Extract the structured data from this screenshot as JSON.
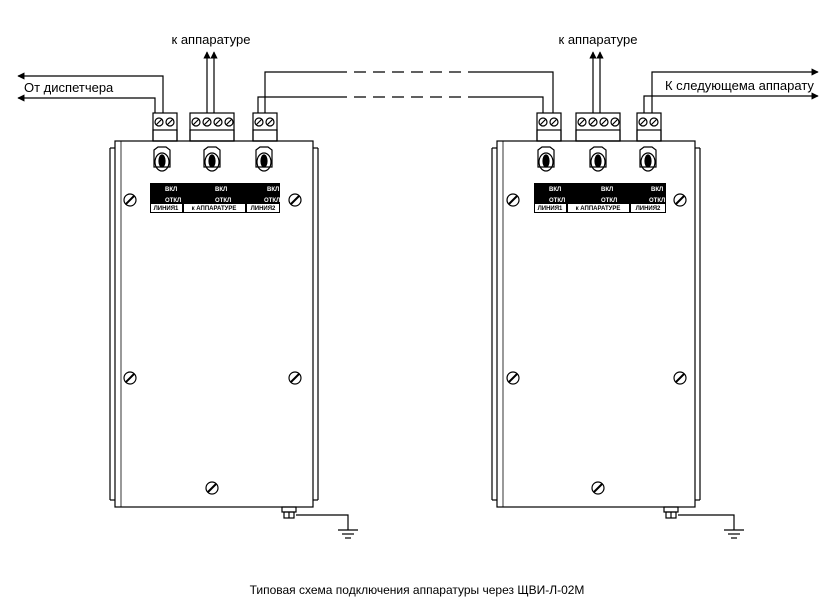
{
  "diagram": {
    "labels": {
      "from_dispatcher": "От диспетчера",
      "to_equipment_left": "к аппаратуре",
      "to_equipment_right": "к аппаратуре",
      "to_next_device": "К следующема аппарату"
    },
    "panel": {
      "on": "ВКЛ",
      "off": "ОТКЛ",
      "line1": "ЛИНИЯ1",
      "to_equipment": "к АППАРАТУРЕ",
      "line2": "ЛИНИЯ2"
    },
    "caption": "Типовая схема подключения аппаратуры через ЩВИ-Л-02М"
  },
  "colors": {
    "stroke": "#000000",
    "background": "#ffffff"
  }
}
